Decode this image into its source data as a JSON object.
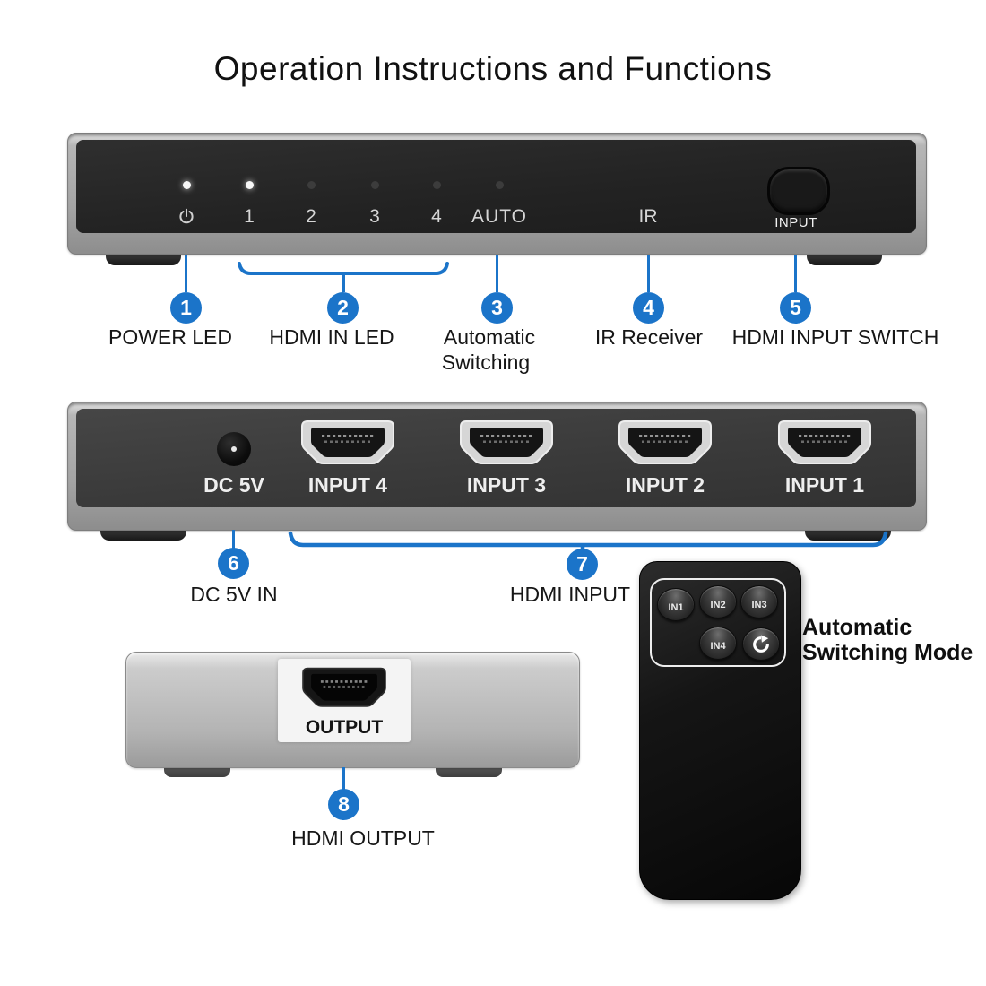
{
  "title": "Operation Instructions and Functions",
  "colors": {
    "callout_blue": "#1b74c9",
    "front_face_black": "#242424",
    "back_face_gray": "#3a3a3a",
    "chassis_silver": "#a9a9a9"
  },
  "front_panel": {
    "led_numbers": [
      "1",
      "2",
      "3",
      "4"
    ],
    "auto_label": "AUTO",
    "ir_label": "IR",
    "input_button_label": "INPUT"
  },
  "front_callouts": [
    {
      "num": "1",
      "label": "POWER LED"
    },
    {
      "num": "2",
      "label": "HDMI IN LED"
    },
    {
      "num": "3",
      "label_line1": "Automatic",
      "label_line2": "Switching"
    },
    {
      "num": "4",
      "label": "IR Receiver"
    },
    {
      "num": "5",
      "label": "HDMI INPUT SWITCH"
    }
  ],
  "back_panel": {
    "dc_port_label": "DC 5V",
    "input_ports": [
      "INPUT 4",
      "INPUT 3",
      "INPUT 2",
      "INPUT 1"
    ]
  },
  "back_callouts": [
    {
      "num": "6",
      "label": "DC 5V IN"
    },
    {
      "num": "7",
      "label": "HDMI INPUT"
    }
  ],
  "output_panel": {
    "port_label": "OUTPUT"
  },
  "output_callout": {
    "num": "8",
    "label": "HDMI OUTPUT"
  },
  "remote": {
    "button_labels": [
      "IN1",
      "IN2",
      "IN3",
      "IN4"
    ],
    "auto_button_icon": "rotate-arrow-icon",
    "caption_line1": "Automatic",
    "caption_line2": "Switching Mode"
  }
}
